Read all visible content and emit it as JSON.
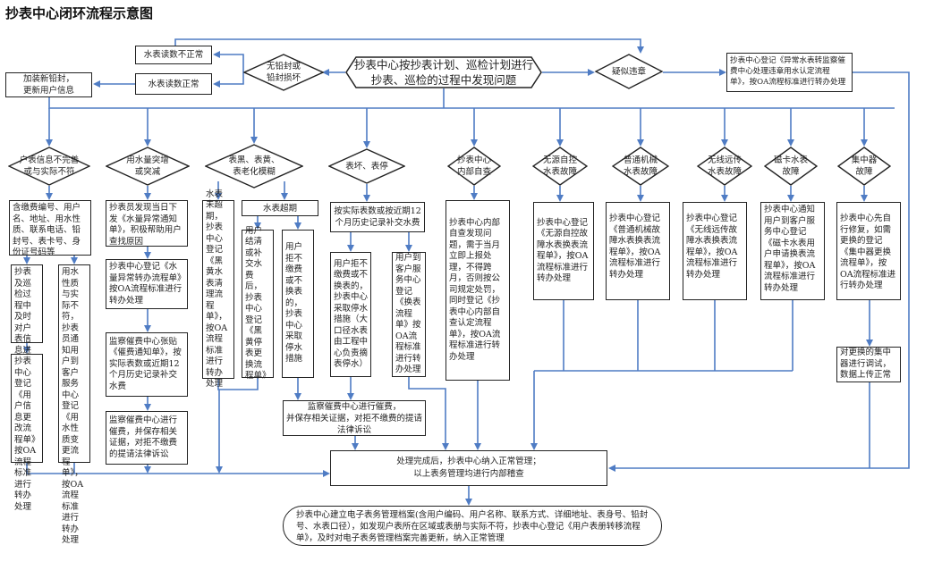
{
  "title": "抄表中心闭环流程示意图",
  "top": {
    "start_hexagon": "抄表中心按抄表计划、巡检计划进行\n抄表、巡检的过程中发现问题",
    "seal_decision": "无铅封或\n铅封损坏",
    "reading_abnormal": "水表读数不正常",
    "reading_normal": "水表读数正常",
    "add_seal": "加装新铅封，\n更新用户信息",
    "violation_decision": "疑似违章",
    "violation_action": "抄表中心登记《异常水表转监察催费中心处理违章用水认定流程单》，按OA流程标准进行转办处理"
  },
  "branches": [
    {
      "decision": "户表信息不完善\n或与实际不符",
      "step1": "含缴费编号、用户名、地址、用水性质、联系电话、铅封号、表卡号、身份证号码等",
      "left_a": "抄表及巡检过程中及时对户表信息进行补充更新",
      "left_b": "抄表中心登记《用户信息更改流程单》按OA流程标准进行转办处理",
      "right": "用水性质与实际不符，抄表员通知用户到客户服务中心登记《用水性质变更流程单》，按OA流程标准进行转办处理"
    },
    {
      "decision": "用水量突增\n或突减",
      "step1": "抄表员发现当日下发《水量异常通知单》，积极帮助用户查找原因",
      "step2": "抄表中心登记《水量异常转办流程单》按OA流程标准进行转办处理",
      "step3": "监察催费中心张贴《催费通知单》，按实际表数或近期12个月历史记录补交水费",
      "step4": "监察催费中心进行催费，并保存相关证据，对拒不缴费的提请法律诉讼"
    },
    {
      "decision": "表黑、表黄、\n表老化模糊",
      "not_expired": "水表未超期，抄表中心登记《黑黄水表清理流程单》，按OA流程标准进行转办处理",
      "expired": "水表超期",
      "expired_a": "用户结清或补交水费后，抄表中心登记《黑黄停表更换流程单》",
      "expired_b": "用户拒不缴费或不换表的，抄表中心采取停水措施",
      "collect": "监察催费中心进行催费，\n并保存相关证据，对拒不缴费的提请法律诉讼"
    },
    {
      "decision": "表坏、表停",
      "step1": "按实际表数或按近期12个月历史记录补交水费",
      "left": "用户拒不缴费或不换表的，抄表中心采取停水措施（大口径水表由工程中心负责摘表停水）",
      "right": "用户到客户服务中心登记《换表流程单》按OA流程标准进行转办处理"
    },
    {
      "decision": "抄表中心\n内部自查",
      "step1": "抄表中心内部自查发现问题，需于当月立即上报处理，不得跨月，否则按公司规定处罚，同时登记《抄表中心内部自查认定流程单》，按OA流程标准进行转办处理"
    },
    {
      "decision": "无源自控\n水表故障",
      "step1": "抄表中心登记《无源自控故障水表换表流程单》，按OA流程标准进行转办处理"
    },
    {
      "decision": "普通机械\n水表故障",
      "step1": "抄表中心登记《普通机械故障水表换表流程单》，按OA流程标准进行转办处理"
    },
    {
      "decision": "无线远传\n水表故障",
      "step1": "抄表中心登记《无线远传故障水表换表流程单》，按OA流程标准进行转办处理"
    },
    {
      "decision": "磁卡水表\n故障",
      "step1": "抄表中心通知用户到客户服务中心登记《磁卡水表用户申请换表流程单》，按OA流程标准进行转办处理"
    },
    {
      "decision": "集中器\n故障",
      "step1": "抄表中心先自行修复，如需更换的登记《集中器更换流程单》，按OA流程标准进行转办处理",
      "step2": "对更换的集中器进行调试，数据上传正常"
    }
  ],
  "bottom": {
    "complete": "处理完成后，抄表中心纳入正常管理；\n以上表务管理均进行内部稽查",
    "archive": "抄表中心建立电子表务管理档案(含用户编码、用户名称、联系方式、详细地址、表身号、铅封号、水表口径），如发现户表所在区域或表册与实际不符，抄表中心登记《用户表册转移流程单》，及时对电子表务管理档案完善更新，纳入正常管理"
  },
  "colors": {
    "connector": "#4f7cc4",
    "border": "#222222"
  }
}
